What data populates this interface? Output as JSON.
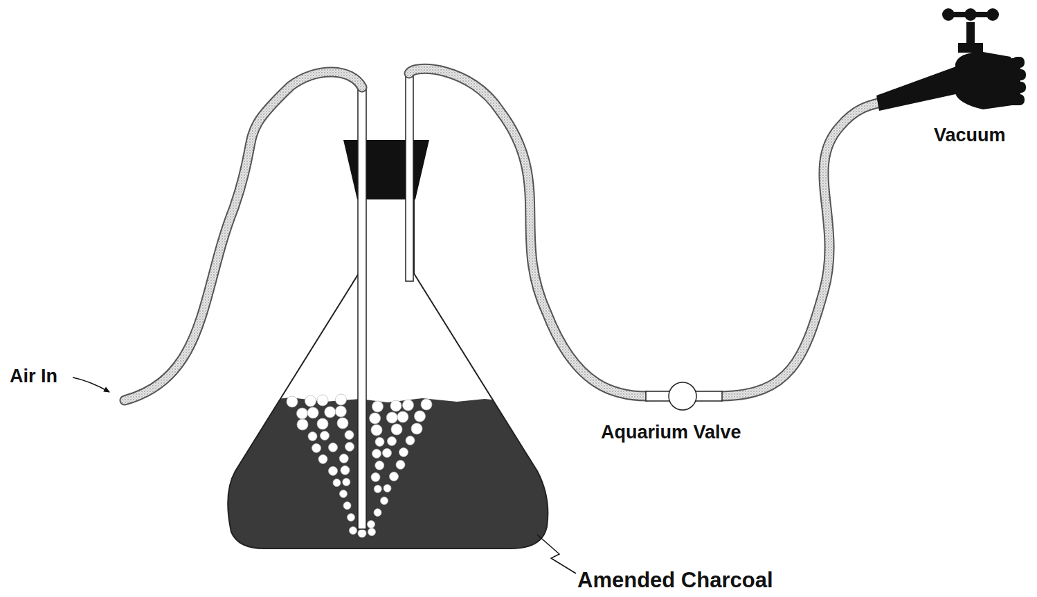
{
  "diagram": {
    "labels": [
      "Air In",
      "Aquarium Valve",
      "Vacuum",
      "Amended Charcoal"
    ]
  }
}
